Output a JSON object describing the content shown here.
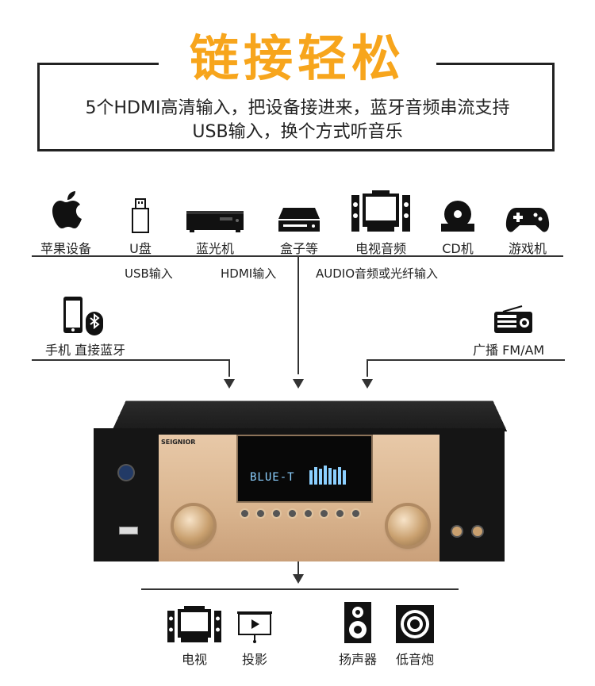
{
  "header": {
    "title": "链接轻松",
    "desc_line1": "5个HDMI高清输入，把设备接进来，蓝牙音频串流支持",
    "desc_line2": "USB输入，换个方式听音乐"
  },
  "sources": [
    {
      "label": "苹果设备",
      "icon": "apple-icon"
    },
    {
      "label": "U盘",
      "icon": "usb-drive-icon"
    },
    {
      "label": "蓝光机",
      "icon": "bluray-player-icon"
    },
    {
      "label": "盒子等",
      "icon": "set-top-box-icon"
    },
    {
      "label": "电视音频",
      "icon": "tv-speakers-icon"
    },
    {
      "label": "CD机",
      "icon": "cd-player-icon"
    },
    {
      "label": "游戏机",
      "icon": "gamepad-icon"
    }
  ],
  "inputs": {
    "usb": "USB输入",
    "hdmi": "HDMI输入",
    "audio": "AUDIO音频或光纤输入"
  },
  "side": {
    "phone_label": "手机 直接蓝牙",
    "radio_label": "广播 FM/AM"
  },
  "amplifier": {
    "display_text": "BLUE-T",
    "brand": "SEIGNIOR"
  },
  "outputs": [
    {
      "label": "电视",
      "icon": "tv-icon"
    },
    {
      "label": "投影",
      "icon": "projector-icon"
    },
    {
      "label": "扬声器",
      "icon": "speaker-icon"
    },
    {
      "label": "低音炮",
      "icon": "subwoofer-icon"
    }
  ],
  "colors": {
    "title": "#f7a51c",
    "line": "#333333",
    "amp_face": "#d9b48e",
    "vfd": "#8cd0ff"
  }
}
